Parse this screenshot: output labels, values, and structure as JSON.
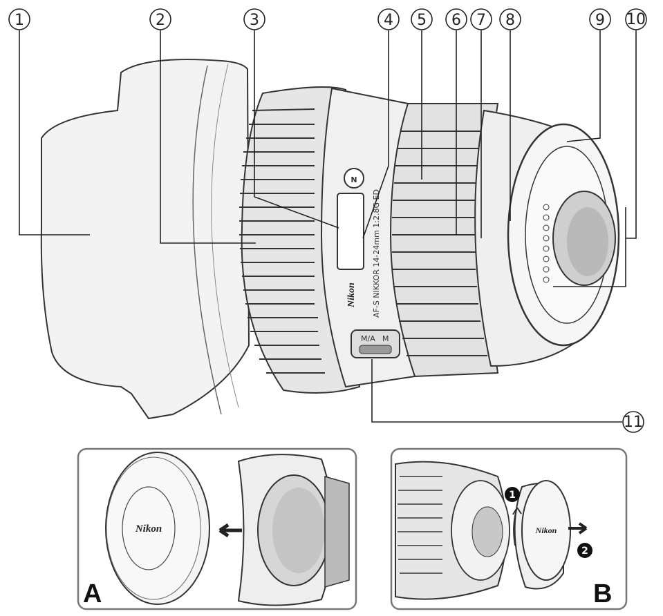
{
  "callouts": [
    "1",
    "2",
    "3",
    "4",
    "5",
    "6",
    "7",
    "8",
    "9",
    "10",
    "11"
  ],
  "lens": {
    "brand": "Nikon",
    "model_text": "AF-S NIKKOR 14-24mm 1:2.8G ED",
    "switch_labels": [
      "M/A",
      "M"
    ]
  },
  "panel_a": {
    "letter": "A",
    "cap_brand": "Nikon"
  },
  "panel_b": {
    "letter": "B",
    "cap_brand": "Nikon",
    "steps": [
      "1",
      "2"
    ]
  }
}
